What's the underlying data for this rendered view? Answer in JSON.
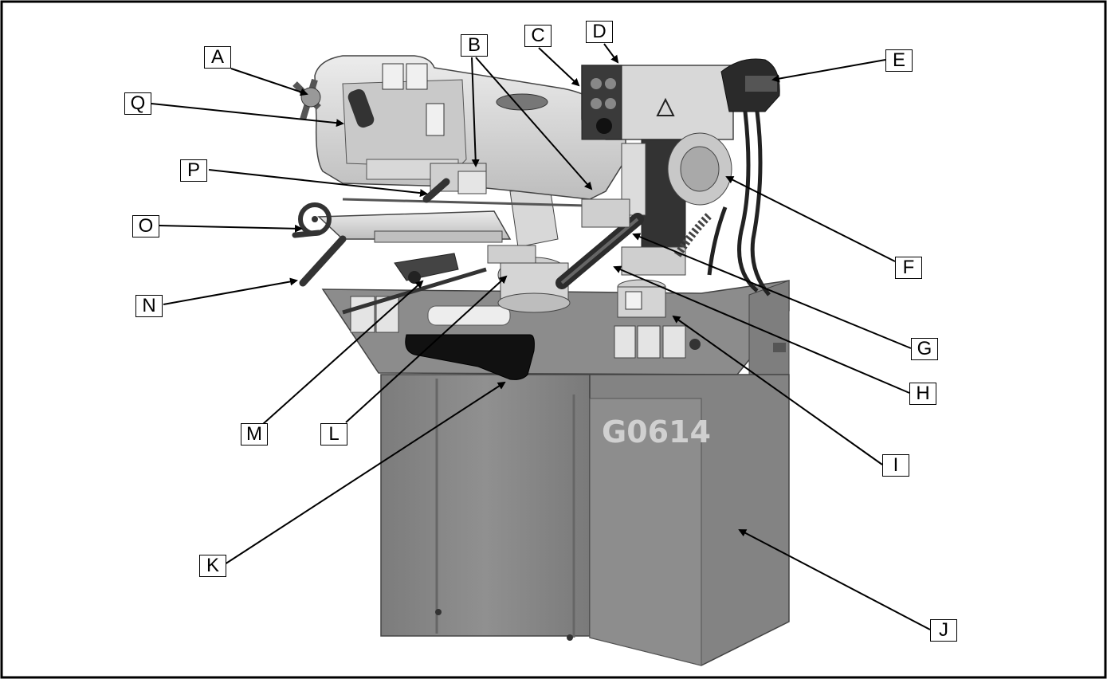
{
  "figure": {
    "model_number": "G0614",
    "callouts": [
      {
        "id": "A",
        "text": "A"
      },
      {
        "id": "B",
        "text": "B"
      },
      {
        "id": "C",
        "text": "C"
      },
      {
        "id": "D",
        "text": "D"
      },
      {
        "id": "E",
        "text": "E"
      },
      {
        "id": "F",
        "text": "F"
      },
      {
        "id": "G",
        "text": "G"
      },
      {
        "id": "H",
        "text": "H"
      },
      {
        "id": "I",
        "text": "I"
      },
      {
        "id": "J",
        "text": "J"
      },
      {
        "id": "K",
        "text": "K"
      },
      {
        "id": "L",
        "text": "L"
      },
      {
        "id": "M",
        "text": "M"
      },
      {
        "id": "N",
        "text": "N"
      },
      {
        "id": "O",
        "text": "O"
      },
      {
        "id": "P",
        "text": "P"
      },
      {
        "id": "Q",
        "text": "Q"
      }
    ]
  },
  "colors": {
    "machine_body": "#8a8a8a",
    "machine_light": "#dcdcdc",
    "machine_dark": "#3a3a3a",
    "frame": "#000000"
  }
}
